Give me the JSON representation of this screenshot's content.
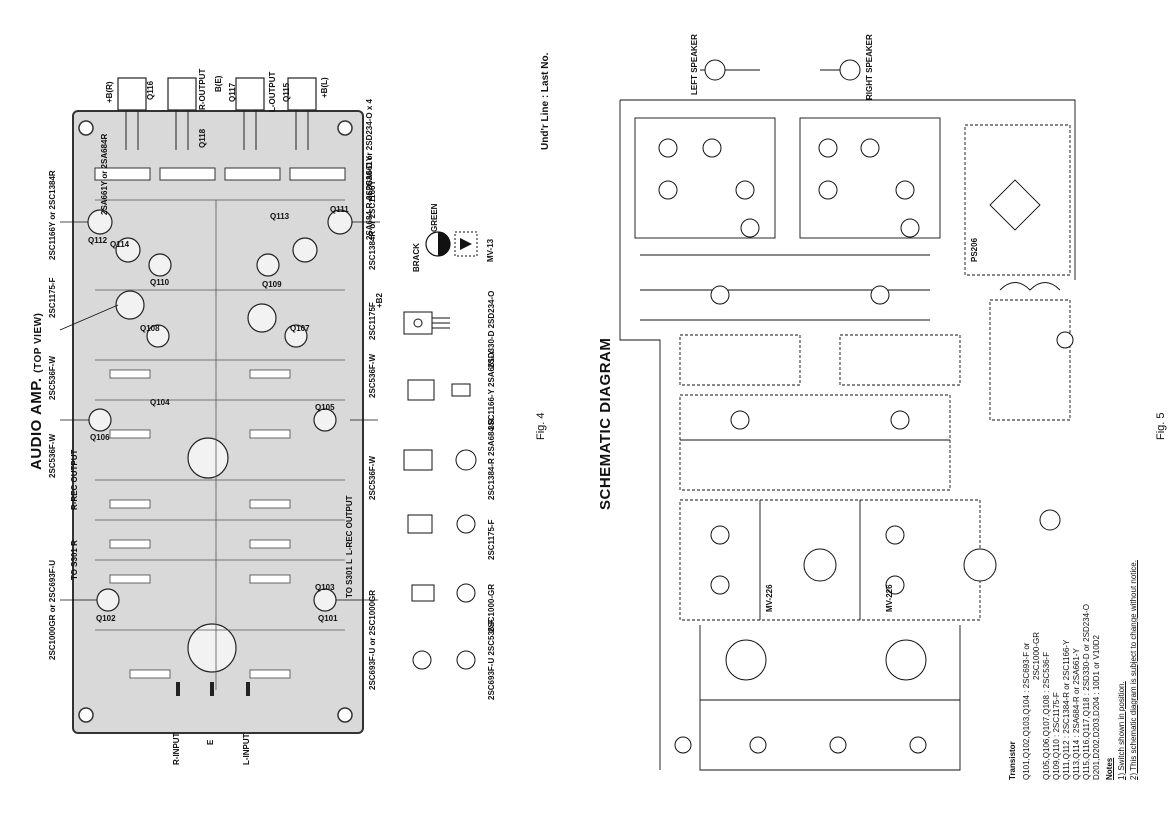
{
  "left_panel": {
    "title": "AUDIO AMP.",
    "view": "(TOP VIEW)",
    "fig_label": "Fig. 4",
    "board_labels": {
      "r_input": "R-INPUT",
      "l_input": "L-INPUT",
      "e_input": "E",
      "r_rec_output": "R-REC OUTPUT",
      "l_rec_output": "L-REC OUTPUT",
      "to_s301_r": "TO S301 R",
      "to_s301_l": "TO S301 L",
      "r_output": "R-OUTPUT",
      "l_output": "L-OUTPUT",
      "b_r": "+B(R)",
      "b_l": "+B(L)",
      "b_e": "B(E)",
      "b2": "+B2"
    },
    "transistor_refs": [
      "Q116",
      "Q118",
      "Q117",
      "Q115",
      "Q113",
      "Q114",
      "Q112",
      "Q111",
      "Q110",
      "Q109",
      "Q108",
      "Q107",
      "Q106",
      "Q105",
      "Q104",
      "Q103",
      "Q102",
      "Q101"
    ],
    "part_labels": {
      "p1": "2SA661Y or 2SA684R",
      "p2": "2SC1166Y or 2SC1384R",
      "p3": "2SC1175-F",
      "p4": "2SC536F-W",
      "p5": "2SC536F-W",
      "p6": "2SC1000GR or 2SC693F-U",
      "p7": "2SD330-D or 2SD234-O x 4",
      "p8": "2SA684-R or 2SA661Y",
      "p9": "2SC1384R or 2SC1166Y",
      "p10": "2SC1175F",
      "p11": "2SC536F-W",
      "p12": "2SC536F-W",
      "p13": "2SC693F-U or 2SC1000GR"
    },
    "legend_parts": [
      {
        "name": "2SD330-D 2SD234-O"
      },
      {
        "name": "2SC1166-Y 2SA661-Y"
      },
      {
        "name": "2SC1384-R 2SA684-R"
      },
      {
        "name": "2SC1175-F"
      },
      {
        "name": "2SC1000-GR"
      },
      {
        "name": "2SC693F-U 2SC536-F"
      }
    ],
    "diode_legend": {
      "left": "BRACK",
      "right": "GREEN",
      "name": "MV-13"
    },
    "underline_note": "Und'r Line : Last No."
  },
  "right_panel": {
    "title": "SCHEMATIC DIAGRAM",
    "fig_label": "Fig. 5",
    "labels": {
      "left_speaker": "LEFT SPEAKER",
      "right_speaker": "RIGHT SPEAKER",
      "ps": "PS206",
      "mv1": "MV-226",
      "mv2": "MV-226"
    },
    "transistor_table_title": "Transistor",
    "transistor_table": [
      {
        "refs": "Q101,Q102,Q103,Q104",
        "part": ": 2SC693-F or"
      },
      {
        "refs": "",
        "part": "2SC1000-GR"
      },
      {
        "refs": "Q105,Q106,Q107,Q108",
        "part": ": 2SC536-F"
      },
      {
        "refs": "Q109,Q110",
        "part": ": 2SC1175-F"
      },
      {
        "refs": "Q111,Q112",
        "part": ": 2SC1384-R or 2SC1166-Y"
      },
      {
        "refs": "Q113,Q114",
        "part": ": 2SA684-R or 2SA661-Y"
      },
      {
        "refs": "Q115,Q116,Q117,Q118",
        "part": ": 2SD330-D or 2SD234-O"
      },
      {
        "refs": "D201,D202,D203,D204",
        "part": ": 10D1 or V10D2"
      }
    ],
    "notes_title": "Notes",
    "notes": [
      "1) Switch shown in position.",
      "2) This schematic diagram is subject to change without notice."
    ]
  }
}
